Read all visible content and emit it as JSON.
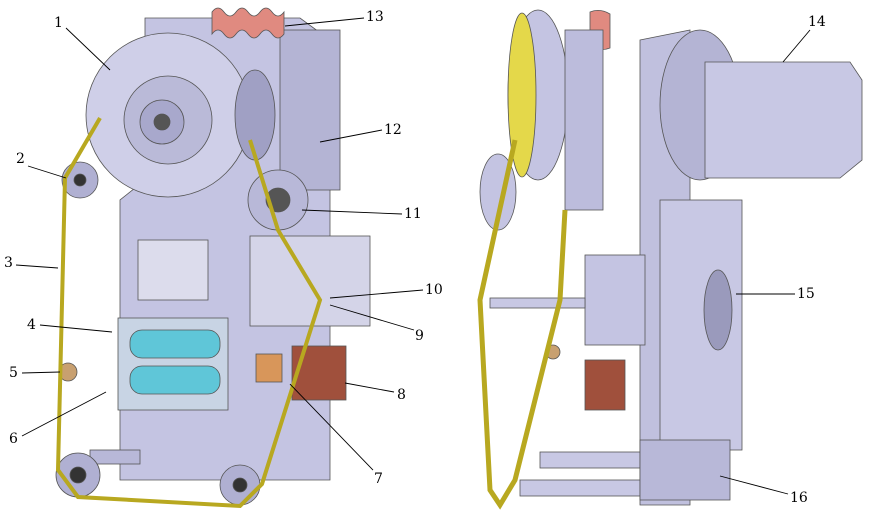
{
  "figure": {
    "colors": {
      "metal": "#c4c4e2",
      "metal_dark": "#8e8eb0",
      "belt": "#e4d84a",
      "cylinder": "#5fc6d8",
      "spring": "#e08a80",
      "block": "#a0503c",
      "bracket": "#d8965a",
      "motor": "#c8c8e4"
    },
    "labels": [
      {
        "id": "1",
        "text": "1"
      },
      {
        "id": "2",
        "text": "2"
      },
      {
        "id": "3",
        "text": "3"
      },
      {
        "id": "4",
        "text": "4"
      },
      {
        "id": "5",
        "text": "5"
      },
      {
        "id": "6",
        "text": "6"
      },
      {
        "id": "7",
        "text": "7"
      },
      {
        "id": "8",
        "text": "8"
      },
      {
        "id": "9",
        "text": "9"
      },
      {
        "id": "10",
        "text": "10"
      },
      {
        "id": "11",
        "text": "11"
      },
      {
        "id": "12",
        "text": "12"
      },
      {
        "id": "13",
        "text": "13"
      },
      {
        "id": "14",
        "text": "14"
      },
      {
        "id": "15",
        "text": "15"
      },
      {
        "id": "16",
        "text": "16"
      }
    ]
  }
}
